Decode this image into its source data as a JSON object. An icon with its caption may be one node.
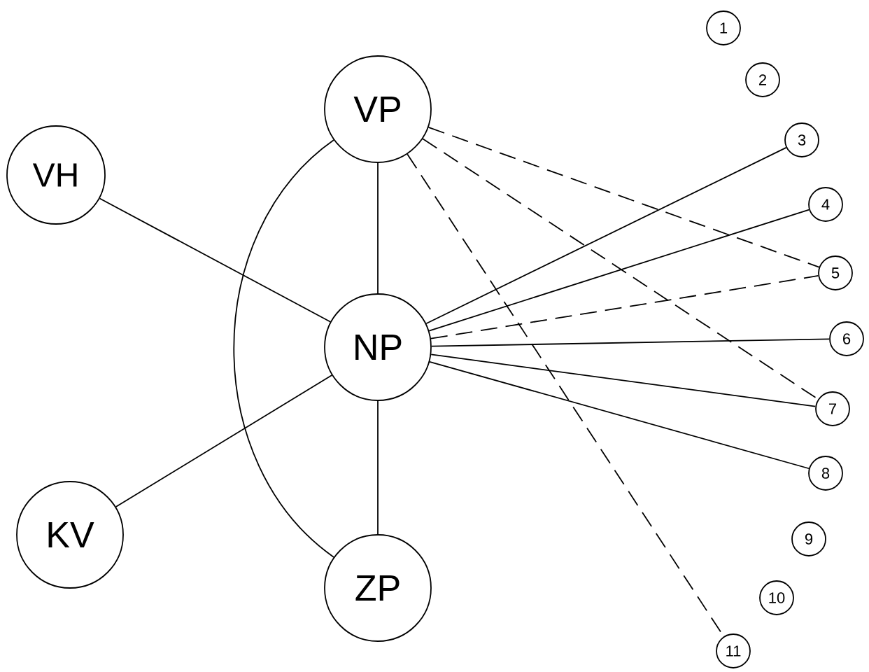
{
  "diagram": {
    "nodes": [
      {
        "text": [
          "VP"
        ]
      },
      {
        "text": [
          "VH"
        ]
      },
      {
        "text": [
          "NP"
        ]
      },
      {
        "text": [
          "KV"
        ]
      },
      {
        "text": [
          "ZP"
        ]
      },
      {
        "text": [
          "1"
        ]
      },
      {
        "text": [
          "2"
        ]
      },
      {
        "text": [
          "3"
        ]
      },
      {
        "text": [
          "4"
        ]
      },
      {
        "text": [
          "5"
        ]
      },
      {
        "text": [
          "6"
        ]
      },
      {
        "text": [
          "7"
        ]
      },
      {
        "text": [
          "8"
        ]
      },
      {
        "text": [
          "9"
        ]
      },
      {
        "text": [
          "10"
        ]
      },
      {
        "text": [
          "11"
        ]
      }
    ],
    "edges": [
      {
        "from": 1,
        "to": 2,
        "arrow": "none"
      },
      {
        "from": 3,
        "to": 2,
        "arrow": "none"
      },
      {
        "from": 0,
        "to": 2,
        "arrow": "none"
      },
      {
        "from": 2,
        "to": 4,
        "arrow": "none"
      },
      {
        "from": 0,
        "to": 4,
        "arrow": "none"
      },
      {
        "from": 2,
        "to": 7,
        "arrow": "none"
      },
      {
        "from": 2,
        "to": 8,
        "arrow": "none"
      },
      {
        "from": 2,
        "to": 9,
        "arrow": "none",
        "style": "dashed"
      },
      {
        "from": 2,
        "to": 10,
        "arrow": "none"
      },
      {
        "from": 2,
        "to": 11,
        "arrow": "none"
      },
      {
        "from": 2,
        "to": 12,
        "arrow": "none"
      },
      {
        "from": 0,
        "to": 9,
        "arrow": "none",
        "style": "dashed"
      },
      {
        "from": 0,
        "to": 11,
        "arrow": "none",
        "style": "dashed"
      },
      {
        "from": 0,
        "to": 15,
        "arrow": "none",
        "style": "dashed"
      }
    ]
  }
}
